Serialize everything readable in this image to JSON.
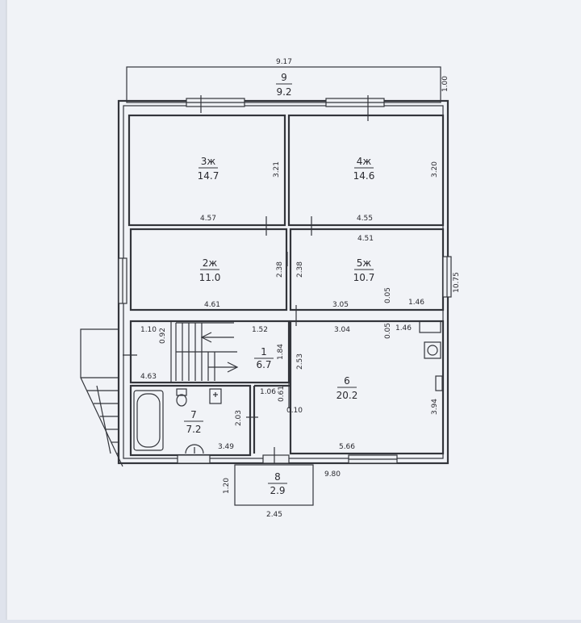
{
  "plan": {
    "top_length": "9.17",
    "balcony": {
      "number": "9",
      "area": "9.2",
      "depth": "1.00"
    },
    "rooms": [
      {
        "key": "r3",
        "number": "3ж",
        "area": "14.7",
        "dims": [
          "3.21",
          "4.57"
        ]
      },
      {
        "key": "r4",
        "number": "4ж",
        "area": "14.6",
        "dims": [
          "3.20",
          "4.55"
        ]
      },
      {
        "key": "r2",
        "number": "2ж",
        "area": "11.0",
        "dims": [
          "2.38",
          "4.61"
        ]
      },
      {
        "key": "r5",
        "number": "5ж",
        "area": "10.7",
        "dims": [
          "2.38",
          "4.51",
          "3.05",
          "0.05",
          "1.46"
        ]
      },
      {
        "key": "r1",
        "number": "1",
        "area": "6.7",
        "dims": [
          "1.10",
          "0.92",
          "4.63",
          "1.52",
          "1.84",
          "2.53"
        ]
      },
      {
        "key": "r6",
        "number": "6",
        "area": "20.2",
        "dims": [
          "3.04",
          "0.05",
          "1.46",
          "0.61",
          "0.10",
          "3.94",
          "5.66",
          "1.06"
        ]
      },
      {
        "key": "r7",
        "number": "7",
        "area": "7.2",
        "dims": [
          "2.03",
          "3.49"
        ]
      },
      {
        "key": "r8",
        "number": "8",
        "area": "2.9",
        "dims": [
          "1.20",
          "2.45"
        ]
      }
    ],
    "overall_width": "9.80",
    "overall_height": "10.75"
  }
}
